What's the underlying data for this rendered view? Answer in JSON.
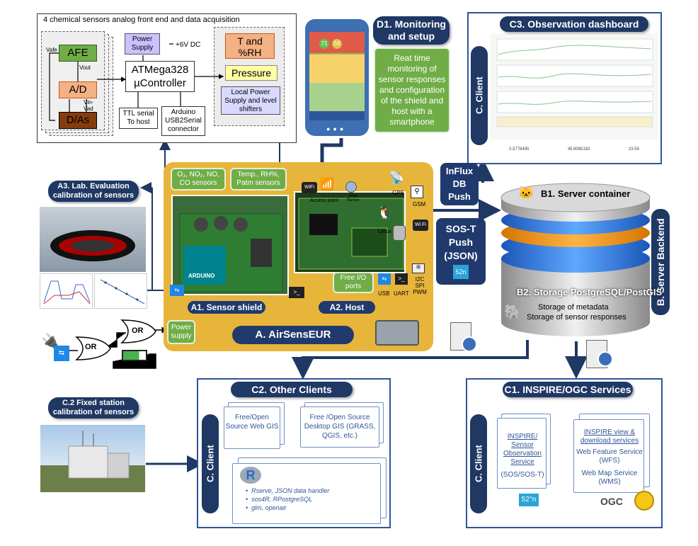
{
  "afe_panel": {
    "title": "4 chemical sensors analog front end and data acquisition",
    "afe": "AFE",
    "ad": "A/D",
    "das": "D/As",
    "vafe": "Vafe",
    "vout": "Vout",
    "vin_vad": "Vin-\nVad",
    "power_supply": "Power Supply",
    "plus6v": "+6V DC",
    "mcu": "ATMega328 µController",
    "ttl": "TTL serial To host",
    "arduino": "Arduino USB2Serial connector",
    "t_rh": "T and %RH",
    "pressure": "Pressure",
    "local_power": "Local Power Supply and level shifters"
  },
  "d1": {
    "title": "D1. Monitoring and setup",
    "desc": "Reat time monitoring of sensor responses and configuration of the shield and host with a smartphone",
    "phone_vals": [
      "71",
      "58"
    ]
  },
  "c3": {
    "title": "C3. Observation dashboard",
    "client": "C. Client",
    "footer": [
      "0.5778495",
      "45.8085192",
      "23.58"
    ]
  },
  "a3": {
    "title": "A3. Lab. Evaluation calibration of sensors"
  },
  "a": {
    "o3": "O₃, NO₂, NO, CO sensors",
    "temp": "Temp., RH%, Patm sensors",
    "access_point": "Access point",
    "web_server": "Web Server",
    "gps": "GPS",
    "gsm": "GSM",
    "wifi": "Wi Fi",
    "linux": "Linux",
    "free_io": "Free I/O ports",
    "usb": "USB",
    "uart": "UART",
    "i2c": "I2C SPI PWM",
    "a1": "A1. Sensor shield",
    "a2": "A2. Host",
    "main": "A. AirSensEUR",
    "arduino_logo": "ARDUINO"
  },
  "power": {
    "or1": "OR",
    "or2": "OR",
    "supply": "Power supply"
  },
  "links": {
    "influx": "InFlux DB Push",
    "sos": "SOS-T Push (JSON)"
  },
  "b": {
    "b1": "B1. Server container",
    "b2": "B2. Storage PostgreSQL/PostGIS",
    "meta": "Storage of metadata",
    "resp": "Storage of sensor responses",
    "backend": "B. Server Backend"
  },
  "c2": {
    "title": "C2. Other Clients",
    "client": "C. Client",
    "web_gis": "Free/Open Source Web GIS",
    "desktop_gis": "Free /Open Source Desktop GIS (GRASS, QGIS, etc.)",
    "r_items": [
      "Rserve, JSON data handler",
      "sos4R, RPostgreSQL",
      "glm, openair"
    ]
  },
  "c2fixed": {
    "title": "C.2 Fixed station calibration of sensors"
  },
  "c1": {
    "title": "C1. INSPIRE/OGC Services",
    "client": "C. Client",
    "sos": "INSPIRE/ Sensor Observation Service",
    "sos_sub": "(SOS/SOS-T)",
    "view": "INSPIRE view & download services",
    "wfs": "Web Feature Service (WFS)",
    "wms": "Web Map Service (WMS)",
    "ogc": "OGC",
    "n52": "52°n"
  }
}
